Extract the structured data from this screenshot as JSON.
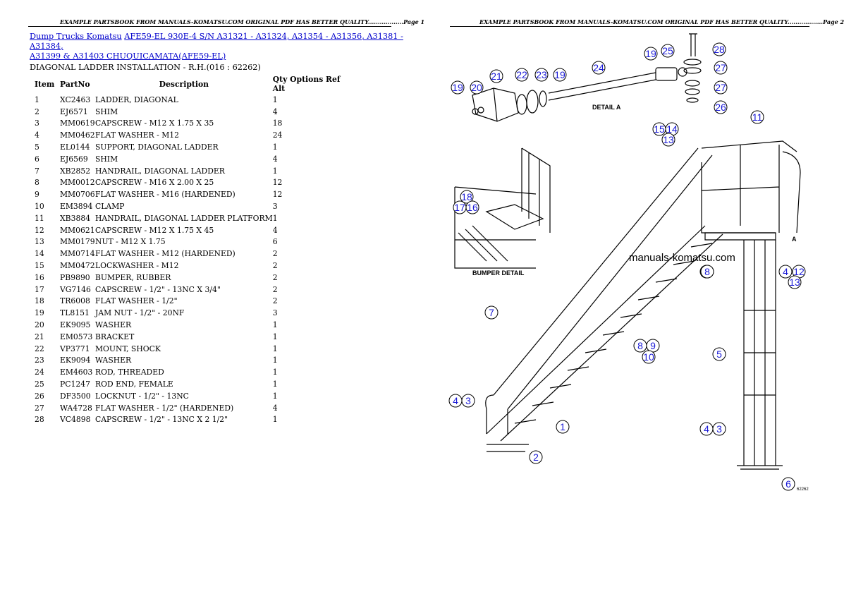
{
  "page1_header": "EXAMPLE PARTSBOOK FROM MANUALS-KOMATSU.COM ORIGINAL PDF HAS BETTER QUALITY..................Page 1",
  "page2_header": "EXAMPLE PARTSBOOK FROM MANUALS-KOMATSU.COM ORIGINAL PDF HAS BETTER QUALITY..................Page 2",
  "breadcrumb": {
    "link1": "Dump Trucks Komatsu",
    "link2_line1": "AFE59-EL 930E-4 S/N A31321 - A31324, A31354 - A31356, A31381 - A31384,",
    "link2_line2": "A31399 & A31403 CHUQUICAMATA(AFE59-EL)"
  },
  "section_title": "DIAGONAL LADDER INSTALLATION - R.H.(016 : 62262)",
  "table": {
    "headers": {
      "item": "Item",
      "partno": "PartNo",
      "description": "Description",
      "qty": "Qty Options Ref Alt"
    },
    "rows": [
      {
        "item": "1",
        "partno": "XC2463",
        "description": "LADDER, DIAGONAL",
        "qty": "1"
      },
      {
        "item": "2",
        "partno": "EJ6571",
        "description": "SHIM",
        "qty": "4"
      },
      {
        "item": "3",
        "partno": "MM0619",
        "description": "CAPSCREW - M12 X 1.75 X 35",
        "qty": "18"
      },
      {
        "item": "4",
        "partno": "MM0462",
        "description": "FLAT WASHER - M12",
        "qty": "24"
      },
      {
        "item": "5",
        "partno": "EL0144",
        "description": "SUPPORT, DIAGONAL LADDER",
        "qty": "1"
      },
      {
        "item": "6",
        "partno": "EJ6569",
        "description": "SHIM",
        "qty": "4"
      },
      {
        "item": "7",
        "partno": "XB2852",
        "description": "HANDRAIL, DIAGONAL LADDER",
        "qty": "1"
      },
      {
        "item": "8",
        "partno": "MM0012",
        "description": "CAPSCREW - M16 X 2.00 X 25",
        "qty": "12"
      },
      {
        "item": "9",
        "partno": "MM0706",
        "description": "FLAT WASHER - M16 (HARDENED)",
        "qty": "12"
      },
      {
        "item": "10",
        "partno": "EM3894",
        "description": "CLAMP",
        "qty": "3"
      },
      {
        "item": "11",
        "partno": "XB3884",
        "description": "HANDRAIL, DIAGONAL LADDER PLATFORM",
        "qty": "1"
      },
      {
        "item": "12",
        "partno": "MM0621",
        "description": "CAPSCREW - M12 X 1.75 X 45",
        "qty": "4"
      },
      {
        "item": "13",
        "partno": "MM0179",
        "description": "NUT - M12 X 1.75",
        "qty": "6"
      },
      {
        "item": "14",
        "partno": "MM0714",
        "description": "FLAT WASHER - M12 (HARDENED)",
        "qty": "2"
      },
      {
        "item": "15",
        "partno": "MM0472",
        "description": "LOCKWASHER - M12",
        "qty": "2"
      },
      {
        "item": "16",
        "partno": "PB9890",
        "description": "BUMPER, RUBBER",
        "qty": "2"
      },
      {
        "item": "17",
        "partno": "VG7146",
        "description": "CAPSCREW - 1/2\" - 13NC X 3/4\"",
        "qty": "2"
      },
      {
        "item": "18",
        "partno": "TR6008",
        "description": "FLAT WASHER - 1/2\"",
        "qty": "2"
      },
      {
        "item": "19",
        "partno": "TL8151",
        "description": "JAM NUT - 1/2\" - 20NF",
        "qty": "3"
      },
      {
        "item": "20",
        "partno": "EK9095",
        "description": "WASHER",
        "qty": "1"
      },
      {
        "item": "21",
        "partno": "EM0573",
        "description": "BRACKET",
        "qty": "1"
      },
      {
        "item": "22",
        "partno": "VP3771",
        "description": "MOUNT, SHOCK",
        "qty": "1"
      },
      {
        "item": "23",
        "partno": "EK9094",
        "description": "WASHER",
        "qty": "1"
      },
      {
        "item": "24",
        "partno": "EM4603",
        "description": "ROD, THREADED",
        "qty": "1"
      },
      {
        "item": "25",
        "partno": "PC1247",
        "description": "ROD END, FEMALE",
        "qty": "1"
      },
      {
        "item": "26",
        "partno": "DF3500",
        "description": "LOCKNUT - 1/2\" - 13NC",
        "qty": "1"
      },
      {
        "item": "27",
        "partno": "WA4728",
        "description": "FLAT WASHER - 1/2\" (HARDENED)",
        "qty": "4"
      },
      {
        "item": "28",
        "partno": "VC4898",
        "description": "CAPSCREW - 1/2\" - 13NC X 2 1/2\"",
        "qty": "1"
      }
    ]
  },
  "diagram": {
    "detail_a_label": "DETAIL A",
    "bumper_detail_label": "BUMPER DETAIL",
    "view_marker": "A",
    "watermark": "manuals-komatsu.com",
    "drawing_number": "62262",
    "callouts": [
      "28",
      "19",
      "25",
      "24",
      "27",
      "27",
      "26",
      "21",
      "22",
      "23",
      "19",
      "19",
      "20",
      "11",
      "15",
      "14",
      "13",
      "8",
      "18",
      "17",
      "16",
      "4",
      "12",
      "13",
      "9",
      "8",
      "7",
      "8",
      "9",
      "10",
      "5",
      "4",
      "3",
      "1",
      "2",
      "4",
      "3",
      "6"
    ],
    "accent_color": "#1a1ad6"
  }
}
